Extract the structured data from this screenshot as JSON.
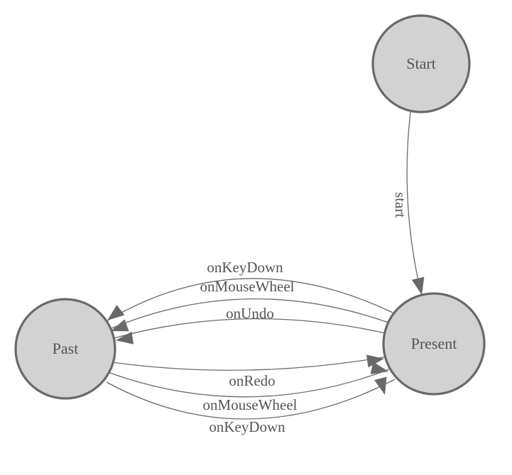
{
  "diagram": {
    "type": "state-machine",
    "background_color": "#ffffff",
    "colors": {
      "node_fill": "#d2d2d2",
      "node_stroke": "#696969",
      "edge_stroke": "#6b6b6b",
      "arrow_fill": "#696969",
      "label_color": "#555555"
    },
    "nodes": [
      {
        "id": "start",
        "label": "Start"
      },
      {
        "id": "present",
        "label": "Present"
      },
      {
        "id": "past",
        "label": "Past"
      }
    ],
    "edges": [
      {
        "from": "start",
        "to": "present",
        "label": "start"
      },
      {
        "from": "present",
        "to": "past",
        "label": "onKeyDown"
      },
      {
        "from": "present",
        "to": "past",
        "label": "onMouseWheel"
      },
      {
        "from": "present",
        "to": "past",
        "label": "onUndo"
      },
      {
        "from": "past",
        "to": "present",
        "label": "onRedo"
      },
      {
        "from": "past",
        "to": "present",
        "label": "onMouseWheel"
      },
      {
        "from": "past",
        "to": "present",
        "label": "onKeyDown"
      }
    ]
  }
}
